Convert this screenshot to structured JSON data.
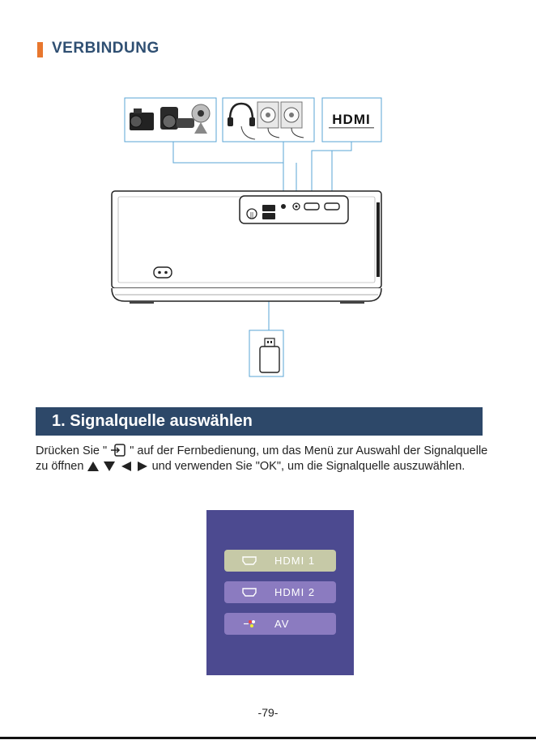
{
  "header": {
    "title": "VERBINDUNG",
    "accent_color": "#e8772e"
  },
  "diagram": {
    "icons": [
      "camera-icon",
      "headphones-icon",
      "speaker-icon",
      "hdmi-logo",
      "usb-drive-icon",
      "power-socket-icon"
    ],
    "hdmi_logo_text": "HDMI"
  },
  "section": {
    "title": "1. Signalquelle auswählen",
    "bar_color": "#2d4869"
  },
  "description": {
    "part1": "Drücken Sie \"",
    "part2": "\" auf der Fernbedienung, um das Menü zur Auswahl der Signalquelle zu öffnen",
    "part3": "und verwenden Sie \"OK\", um die Signalquelle auszuwählen."
  },
  "menu": {
    "background": "#4c4a90",
    "items": [
      {
        "label": "HDMI 1",
        "selected": true
      },
      {
        "label": "HDMI 2",
        "selected": false
      },
      {
        "label": "AV",
        "selected": false
      }
    ]
  },
  "page": {
    "number": "-79-"
  }
}
